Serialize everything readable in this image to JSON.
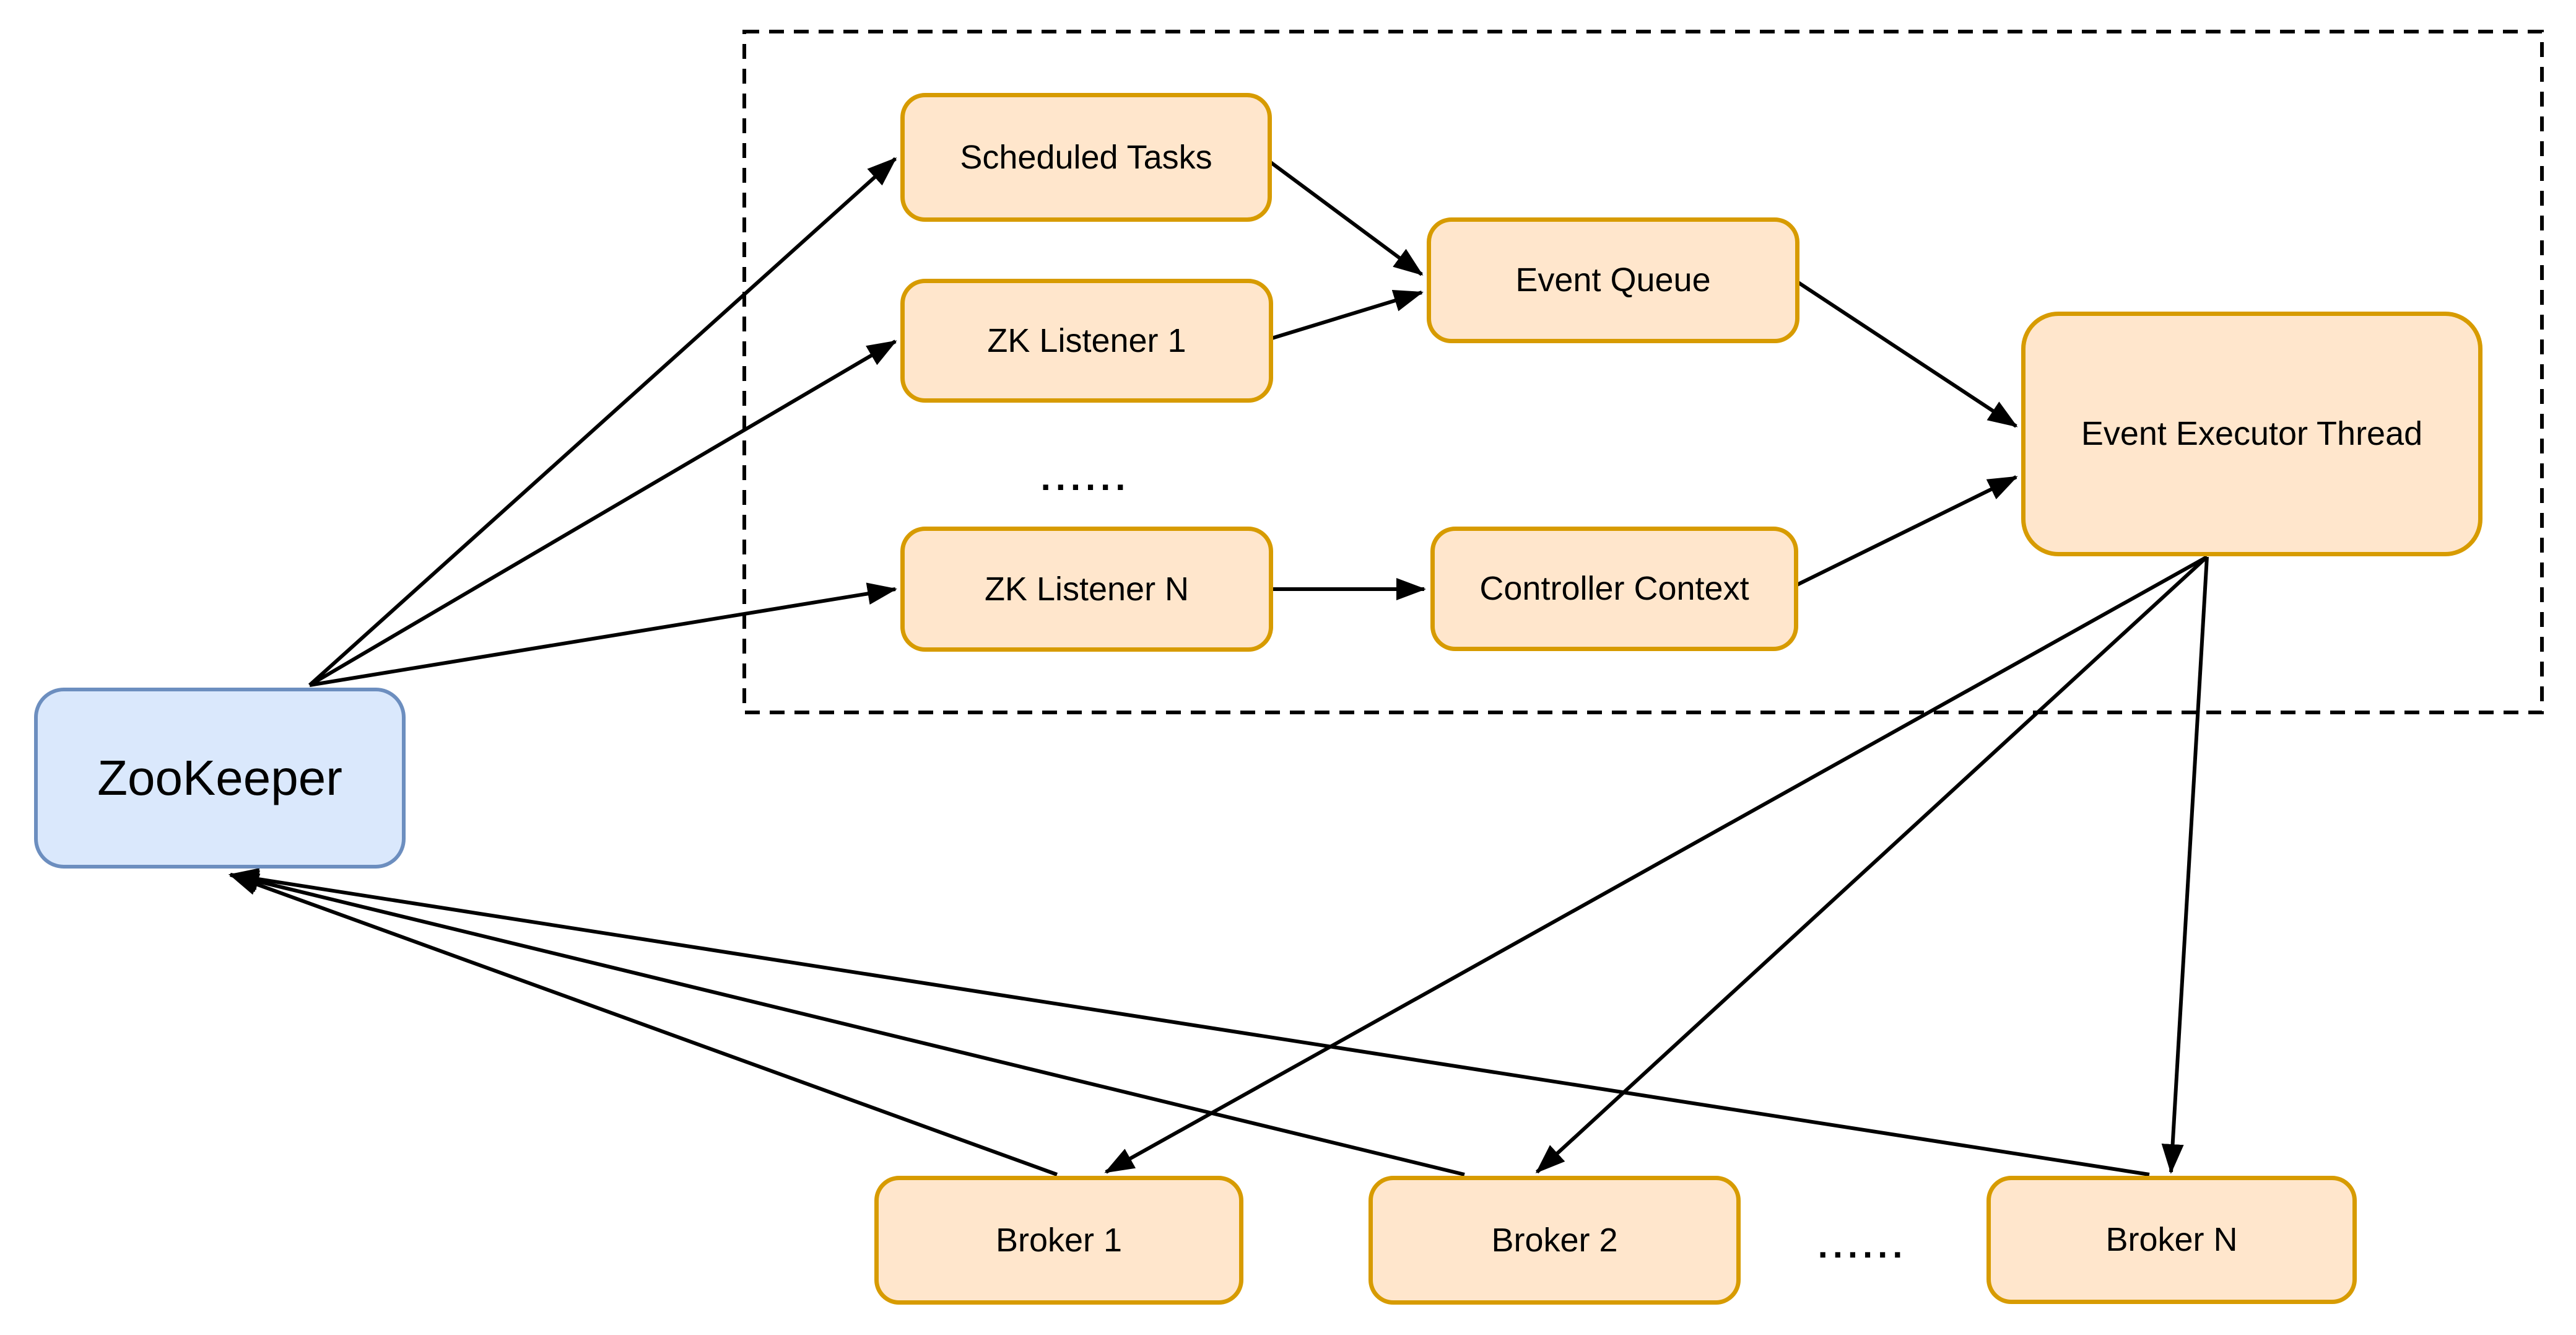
{
  "nodes": {
    "zookeeper": {
      "label": "ZooKeeper"
    },
    "scheduled_tasks": {
      "label": "Scheduled Tasks"
    },
    "zk_listener_1": {
      "label": "ZK Listener 1"
    },
    "zk_listener_n": {
      "label": "ZK Listener N"
    },
    "event_queue": {
      "label": "Event Queue"
    },
    "controller_context": {
      "label": "Controller Context"
    },
    "event_executor_thread": {
      "label": "Event Executor Thread"
    },
    "broker_1": {
      "label": "Broker 1"
    },
    "broker_2": {
      "label": "Broker 2"
    },
    "broker_n": {
      "label": "Broker N"
    }
  },
  "ellipsis": {
    "listeners": "......",
    "brokers": "......"
  },
  "colors": {
    "background": "#ffffff",
    "zookeeper_fill": "#dae8fc",
    "zookeeper_border": "#6c8ebf",
    "node_fill": "#ffe6cc",
    "node_border": "#d79b00",
    "edge": "#000000",
    "container_border": "#000000",
    "text": "#000000"
  },
  "edges": [
    {
      "from": "zookeeper",
      "to": "scheduled_tasks"
    },
    {
      "from": "zookeeper",
      "to": "zk_listener_1"
    },
    {
      "from": "zookeeper",
      "to": "zk_listener_n"
    },
    {
      "from": "scheduled_tasks",
      "to": "event_queue"
    },
    {
      "from": "zk_listener_1",
      "to": "event_queue"
    },
    {
      "from": "zk_listener_n",
      "to": "controller_context"
    },
    {
      "from": "event_queue",
      "to": "event_executor_thread"
    },
    {
      "from": "controller_context",
      "to": "event_executor_thread"
    },
    {
      "from": "event_executor_thread",
      "to": "broker_1"
    },
    {
      "from": "event_executor_thread",
      "to": "broker_2"
    },
    {
      "from": "event_executor_thread",
      "to": "broker_n"
    },
    {
      "from": "broker_1",
      "to": "zookeeper"
    },
    {
      "from": "broker_2",
      "to": "zookeeper"
    },
    {
      "from": "broker_n",
      "to": "zookeeper"
    }
  ]
}
